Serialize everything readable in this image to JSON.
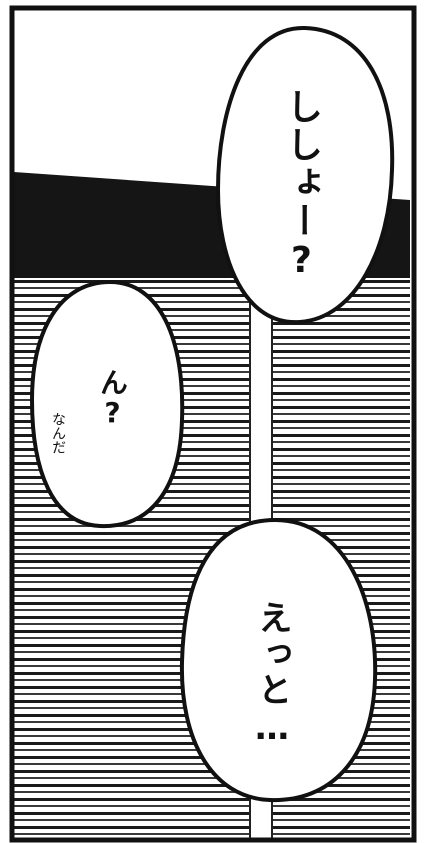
{
  "panel": {
    "bubble_top_right": "ししょー?",
    "bubble_left_main": "ん?",
    "bubble_left_small": "なんだ",
    "bubble_bottom_right": "えっと…"
  },
  "colors": {
    "ink": "#111111",
    "paper": "#ffffff"
  }
}
